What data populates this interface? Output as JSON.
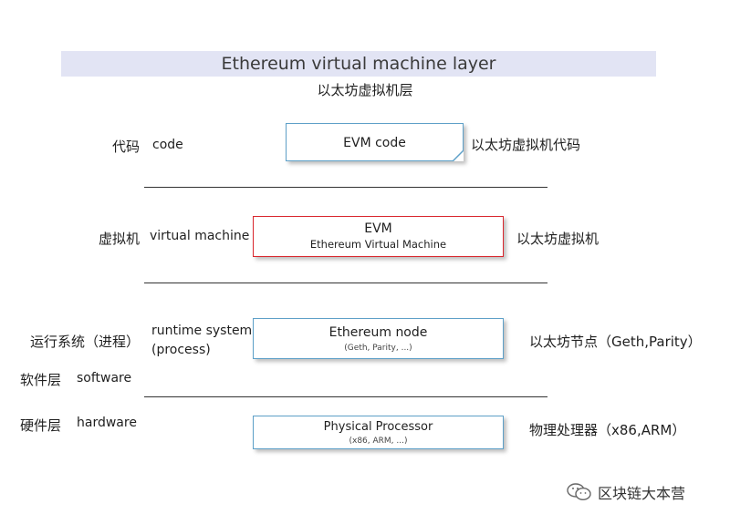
{
  "header": {
    "title": "Ethereum virtual machine layer",
    "subtitle": "以太坊虚拟机层"
  },
  "layers": {
    "code": {
      "label_cn": "代码",
      "label_en": "code",
      "box_main": "EVM code",
      "right_label": "以太坊虚拟机代码"
    },
    "vm": {
      "label_cn": "虚拟机",
      "label_en": "virtual machine",
      "box_main": "EVM",
      "box_sub": "Ethereum Virtual Machine",
      "right_label": "以太坊虚拟机"
    },
    "runtime": {
      "label_cn": "运行系统（进程）",
      "label_en_1": "runtime system",
      "label_en_2": "(process)",
      "box_main": "Ethereum node",
      "box_sub": "(Geth, Parity, ...)",
      "right_label": "以太坊节点（Geth,Parity）"
    },
    "software": {
      "label_cn": "软件层",
      "label_en": "software"
    },
    "hardware": {
      "label_cn": "硬件层",
      "label_en": "hardware",
      "box_main": "Physical Processor",
      "box_sub": "(x86, ARM, ...)",
      "right_label": "物理处理器（x86,ARM）"
    }
  },
  "watermark": {
    "text": "区块链大本营",
    "icon": "wechat-icon"
  },
  "colors": {
    "title_bar": "#e2e4f4",
    "box_border": "#5ea0c8",
    "evm_border": "#d9272e"
  }
}
